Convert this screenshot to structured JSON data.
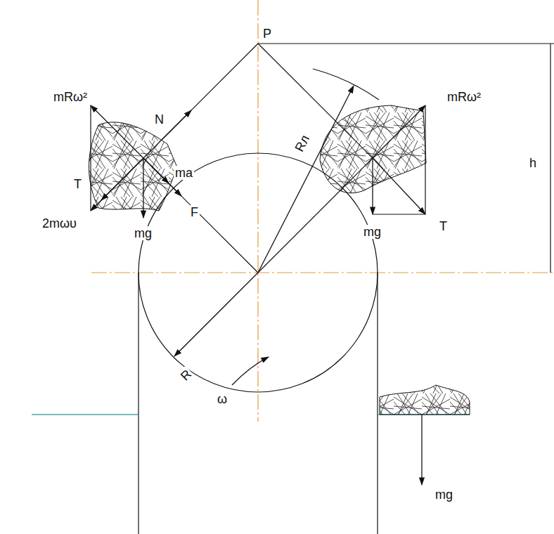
{
  "diagram": {
    "labels": [
      "P",
      "mRω²",
      "N",
      "T",
      "ma",
      "F",
      "2mωυ",
      "mg",
      "Rл",
      "mRω²",
      "T",
      "mg",
      "h",
      "R",
      "ω",
      "mg"
    ]
  }
}
